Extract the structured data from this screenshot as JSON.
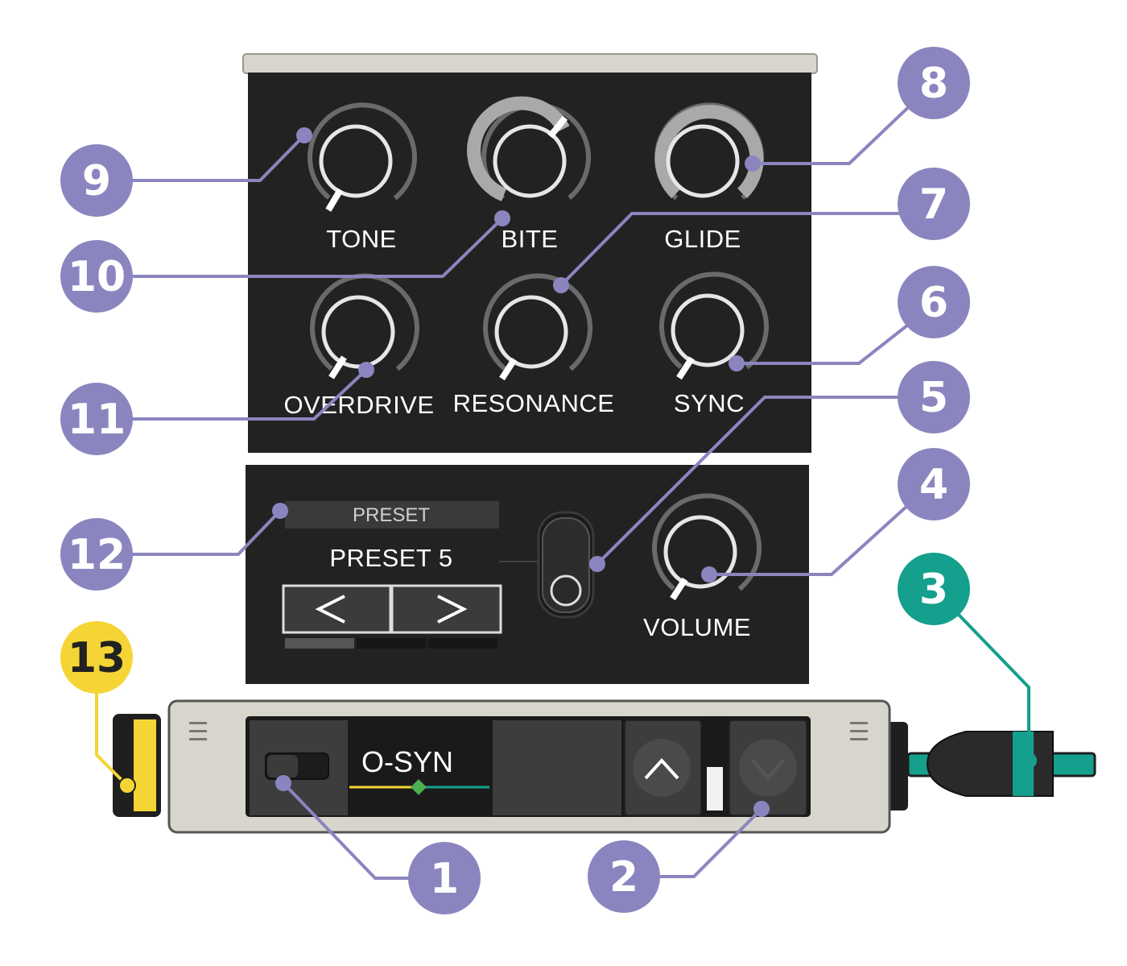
{
  "colors": {
    "callout": "#8b85bf",
    "callout_output": "#14a08c",
    "callout_input": "#f5d535",
    "panel": "#222222",
    "rail": "#d8d6cc"
  },
  "knobs": {
    "tone": "TONE",
    "bite": "BITE",
    "glide": "GLIDE",
    "overdrive": "OVERDRIVE",
    "resonance": "RESONANCE",
    "sync": "SYNC",
    "volume": "VOLUME"
  },
  "preset": {
    "header": "PRESET",
    "value": "PRESET 5",
    "prev_icon": "chevron-left-icon",
    "next_icon": "chevron-right-icon"
  },
  "module": {
    "name": "O-SYN",
    "menu_icon": "hamburger-icon",
    "up_icon": "chevron-up-icon",
    "down_icon": "chevron-down-icon"
  },
  "callouts": {
    "c1": "1",
    "c2": "2",
    "c3": "3",
    "c4": "4",
    "c5": "5",
    "c6": "6",
    "c7": "7",
    "c8": "8",
    "c9": "9",
    "c10": "10",
    "c11": "11",
    "c12": "12",
    "c13": "13"
  }
}
